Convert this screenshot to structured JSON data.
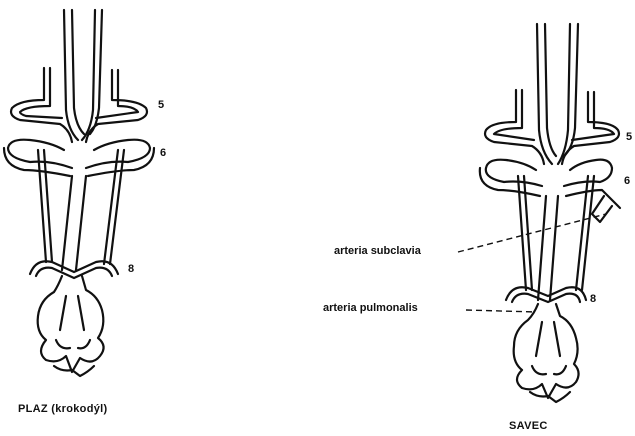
{
  "diagrams": [
    {
      "id": "crocodile",
      "caption": "PLAZ (krokodýl)",
      "arch_labels": [
        "5",
        "6",
        "8"
      ]
    },
    {
      "id": "mammal",
      "caption": "SAVEC",
      "arch_labels": [
        "5",
        "6",
        "8"
      ],
      "annotations": [
        "arteria subclavia",
        "arteria pulmonalis"
      ]
    }
  ],
  "colors": {
    "ink": "#111111",
    "background": "#ffffff"
  }
}
